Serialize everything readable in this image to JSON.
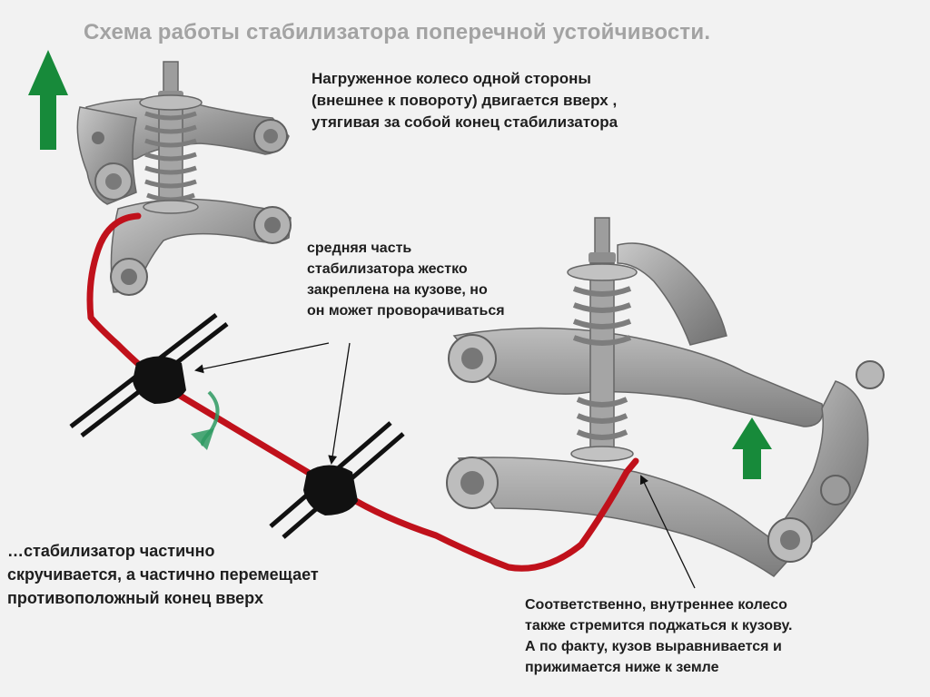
{
  "title": "Схема работы стабилизатора поперечной устойчивости.",
  "callouts": {
    "loaded_wheel": "Нагруженное колесо одной стороны\n(внешнее к повороту) двигается вверх ,\nутягивая за собой конец стабилизатора",
    "middle_fixed": "средняя часть\nстабилизатора жестко\nзакреплена на кузове, но\nон может проворачиваться",
    "bar_twists": "…стабилизатор частично\nскручивается, а частично перемещает\nпротивоположный конец вверх",
    "inner_wheel": "Соответственно, внутреннее колесо\nтакже стремится поджаться к кузову.\nА по факту, кузов выравнивается и\nприжимается ниже к земле"
  },
  "colors": {
    "background": "#f2f2f2",
    "title": "#a3a3a3",
    "stabilizer_bar": "#c0111b",
    "arrow_green": "#178a3a",
    "part_gray": "#9b9b9b",
    "mount_black": "#111111"
  },
  "icons": {
    "up_arrow_left": "up-arrow-icon",
    "up_arrow_right": "up-arrow-icon",
    "rotation": "rotation-arrow-icon"
  }
}
